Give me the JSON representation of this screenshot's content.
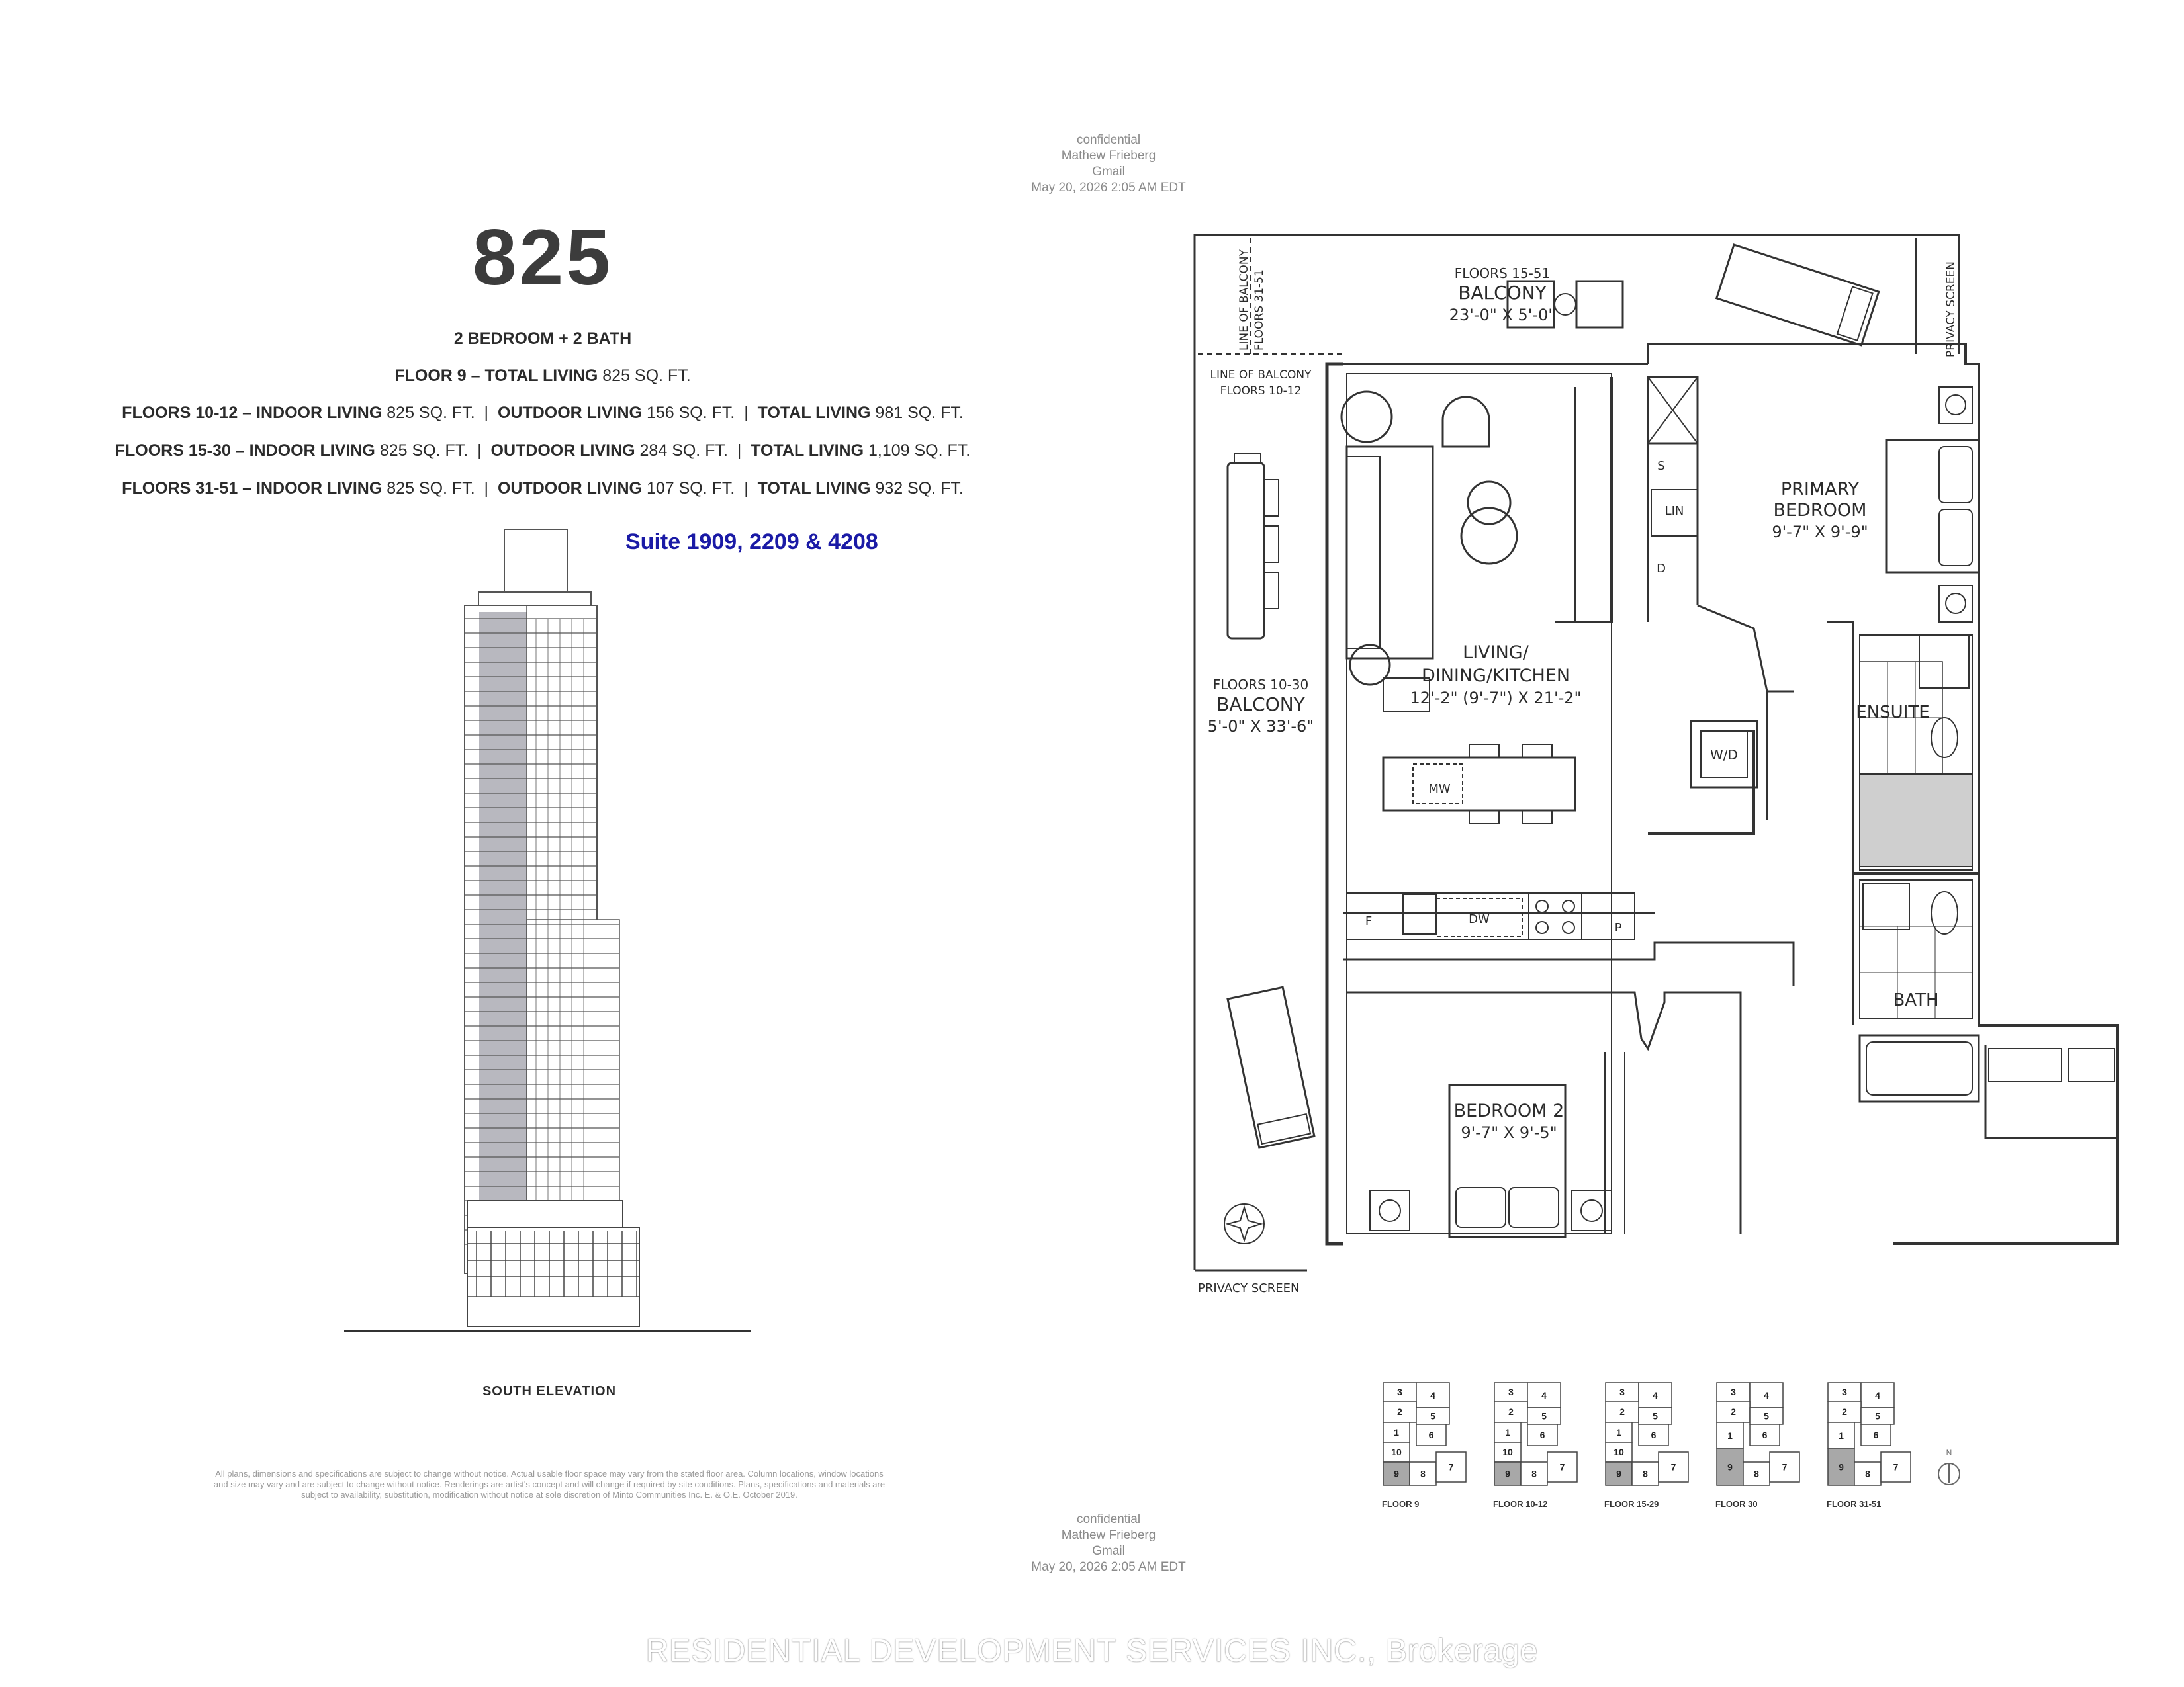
{
  "watermark_top": {
    "line1": "confidential",
    "line2": "Mathew Frieberg",
    "line3": "Gmail",
    "line4": "May 20, 2026 2:05 AM EDT"
  },
  "watermark_bottom": {
    "line1": "confidential",
    "line2": "Mathew Frieberg",
    "line3": "Gmail",
    "line4": "May 20, 2026 2:05 AM EDT"
  },
  "unit": {
    "number": "825",
    "type": "2 BEDROOM + 2 BATH",
    "floor9": {
      "label": "FLOOR 9 – TOTAL LIVING",
      "value": "825 SQ. FT."
    },
    "rows": [
      {
        "floors": "FLOORS 10-12 – INDOOR LIVING",
        "indoor": "825 SQ. FT.",
        "out_label": "OUTDOOR LIVING",
        "outdoor": "156 SQ. FT.",
        "tot_label": "TOTAL LIVING",
        "total": "981 SQ. FT."
      },
      {
        "floors": "FLOORS 15-30 – INDOOR LIVING",
        "indoor": "825 SQ. FT.",
        "out_label": "OUTDOOR LIVING",
        "outdoor": "284 SQ. FT.",
        "tot_label": "TOTAL LIVING",
        "total": "1,109 SQ. FT."
      },
      {
        "floors": "FLOORS 31-51 – INDOOR LIVING",
        "indoor": "825 SQ. FT.",
        "out_label": "OUTDOOR LIVING",
        "outdoor": "107 SQ. FT.",
        "tot_label": "TOTAL LIVING",
        "total": "932 SQ. FT."
      }
    ],
    "suites": "Suite 1909, 2209 & 4208",
    "elevation_label": "SOUTH ELEVATION"
  },
  "plan": {
    "balcony_top": {
      "floors": "FLOORS 15-51",
      "name": "BALCONY",
      "dims": "23'-0\" X 5'-0\""
    },
    "line_balcony_31": {
      "line1": "LINE OF BALCONY",
      "line2": "FLOORS 31-51"
    },
    "line_balcony_10": {
      "line1": "LINE OF BALCONY",
      "line2": "FLOORS 10-12"
    },
    "privacy_screen_right": "PRIVACY SCREEN",
    "privacy_screen_bottom": "PRIVACY SCREEN",
    "balcony_left": {
      "floors": "FLOORS 10-30",
      "name": "BALCONY",
      "dims": "5'-0\" X 33'-6\""
    },
    "living": {
      "line1": "LIVING/",
      "line2": "DINING/KITCHEN",
      "dims": "12'-2\" (9'-7\") X 21'-2\""
    },
    "primary": {
      "line1": "PRIMARY",
      "line2": "BEDROOM",
      "dims": "9'-7\" X 9'-9\""
    },
    "bedroom2": {
      "name": "BEDROOM 2",
      "dims": "9'-7\" X 9'-5\""
    },
    "ensuite": "ENSUITE",
    "bath": "BATH",
    "wd": "W/D",
    "mw": "MW",
    "dw": "DW",
    "f": "F",
    "p": "P",
    "s": "S",
    "lin": "LIN",
    "d": "D"
  },
  "keyplans": [
    {
      "label": "FLOOR 9",
      "nums": [
        "3",
        "4",
        "2",
        "5",
        "1",
        "6",
        "10",
        "9",
        "8",
        "7"
      ]
    },
    {
      "label": "FLOOR 10-12",
      "nums": [
        "3",
        "4",
        "2",
        "5",
        "1",
        "6",
        "10",
        "9",
        "8",
        "7"
      ]
    },
    {
      "label": "FLOOR 15-29",
      "nums": [
        "3",
        "4",
        "2",
        "5",
        "1",
        "6",
        "10",
        "9",
        "8",
        "7"
      ]
    },
    {
      "label": "FLOOR 30",
      "nums": [
        "3",
        "4",
        "2",
        "5",
        "1",
        "6",
        "9",
        "8",
        "7"
      ]
    },
    {
      "label": "FLOOR 31-51",
      "nums": [
        "3",
        "4",
        "2",
        "5",
        "1",
        "6",
        "9",
        "8",
        "7"
      ]
    }
  ],
  "disclaimer": {
    "line1": "All plans, dimensions and specifications are subject to change without notice. Actual usable floor space may vary from the stated floor area. Column locations, window locations",
    "line2": "and size may vary and are subject to change without notice. Renderings are artist's concept and will change if required by site conditions. Plans, specifications and materials are",
    "line3": "subject to availability, substitution, modification without notice at sole discretion of Minto Communities Inc. E. & O.E. October 2019."
  },
  "brokerage": "RESIDENTIAL DEVELOPMENT SERVICES INC., Brokerage"
}
